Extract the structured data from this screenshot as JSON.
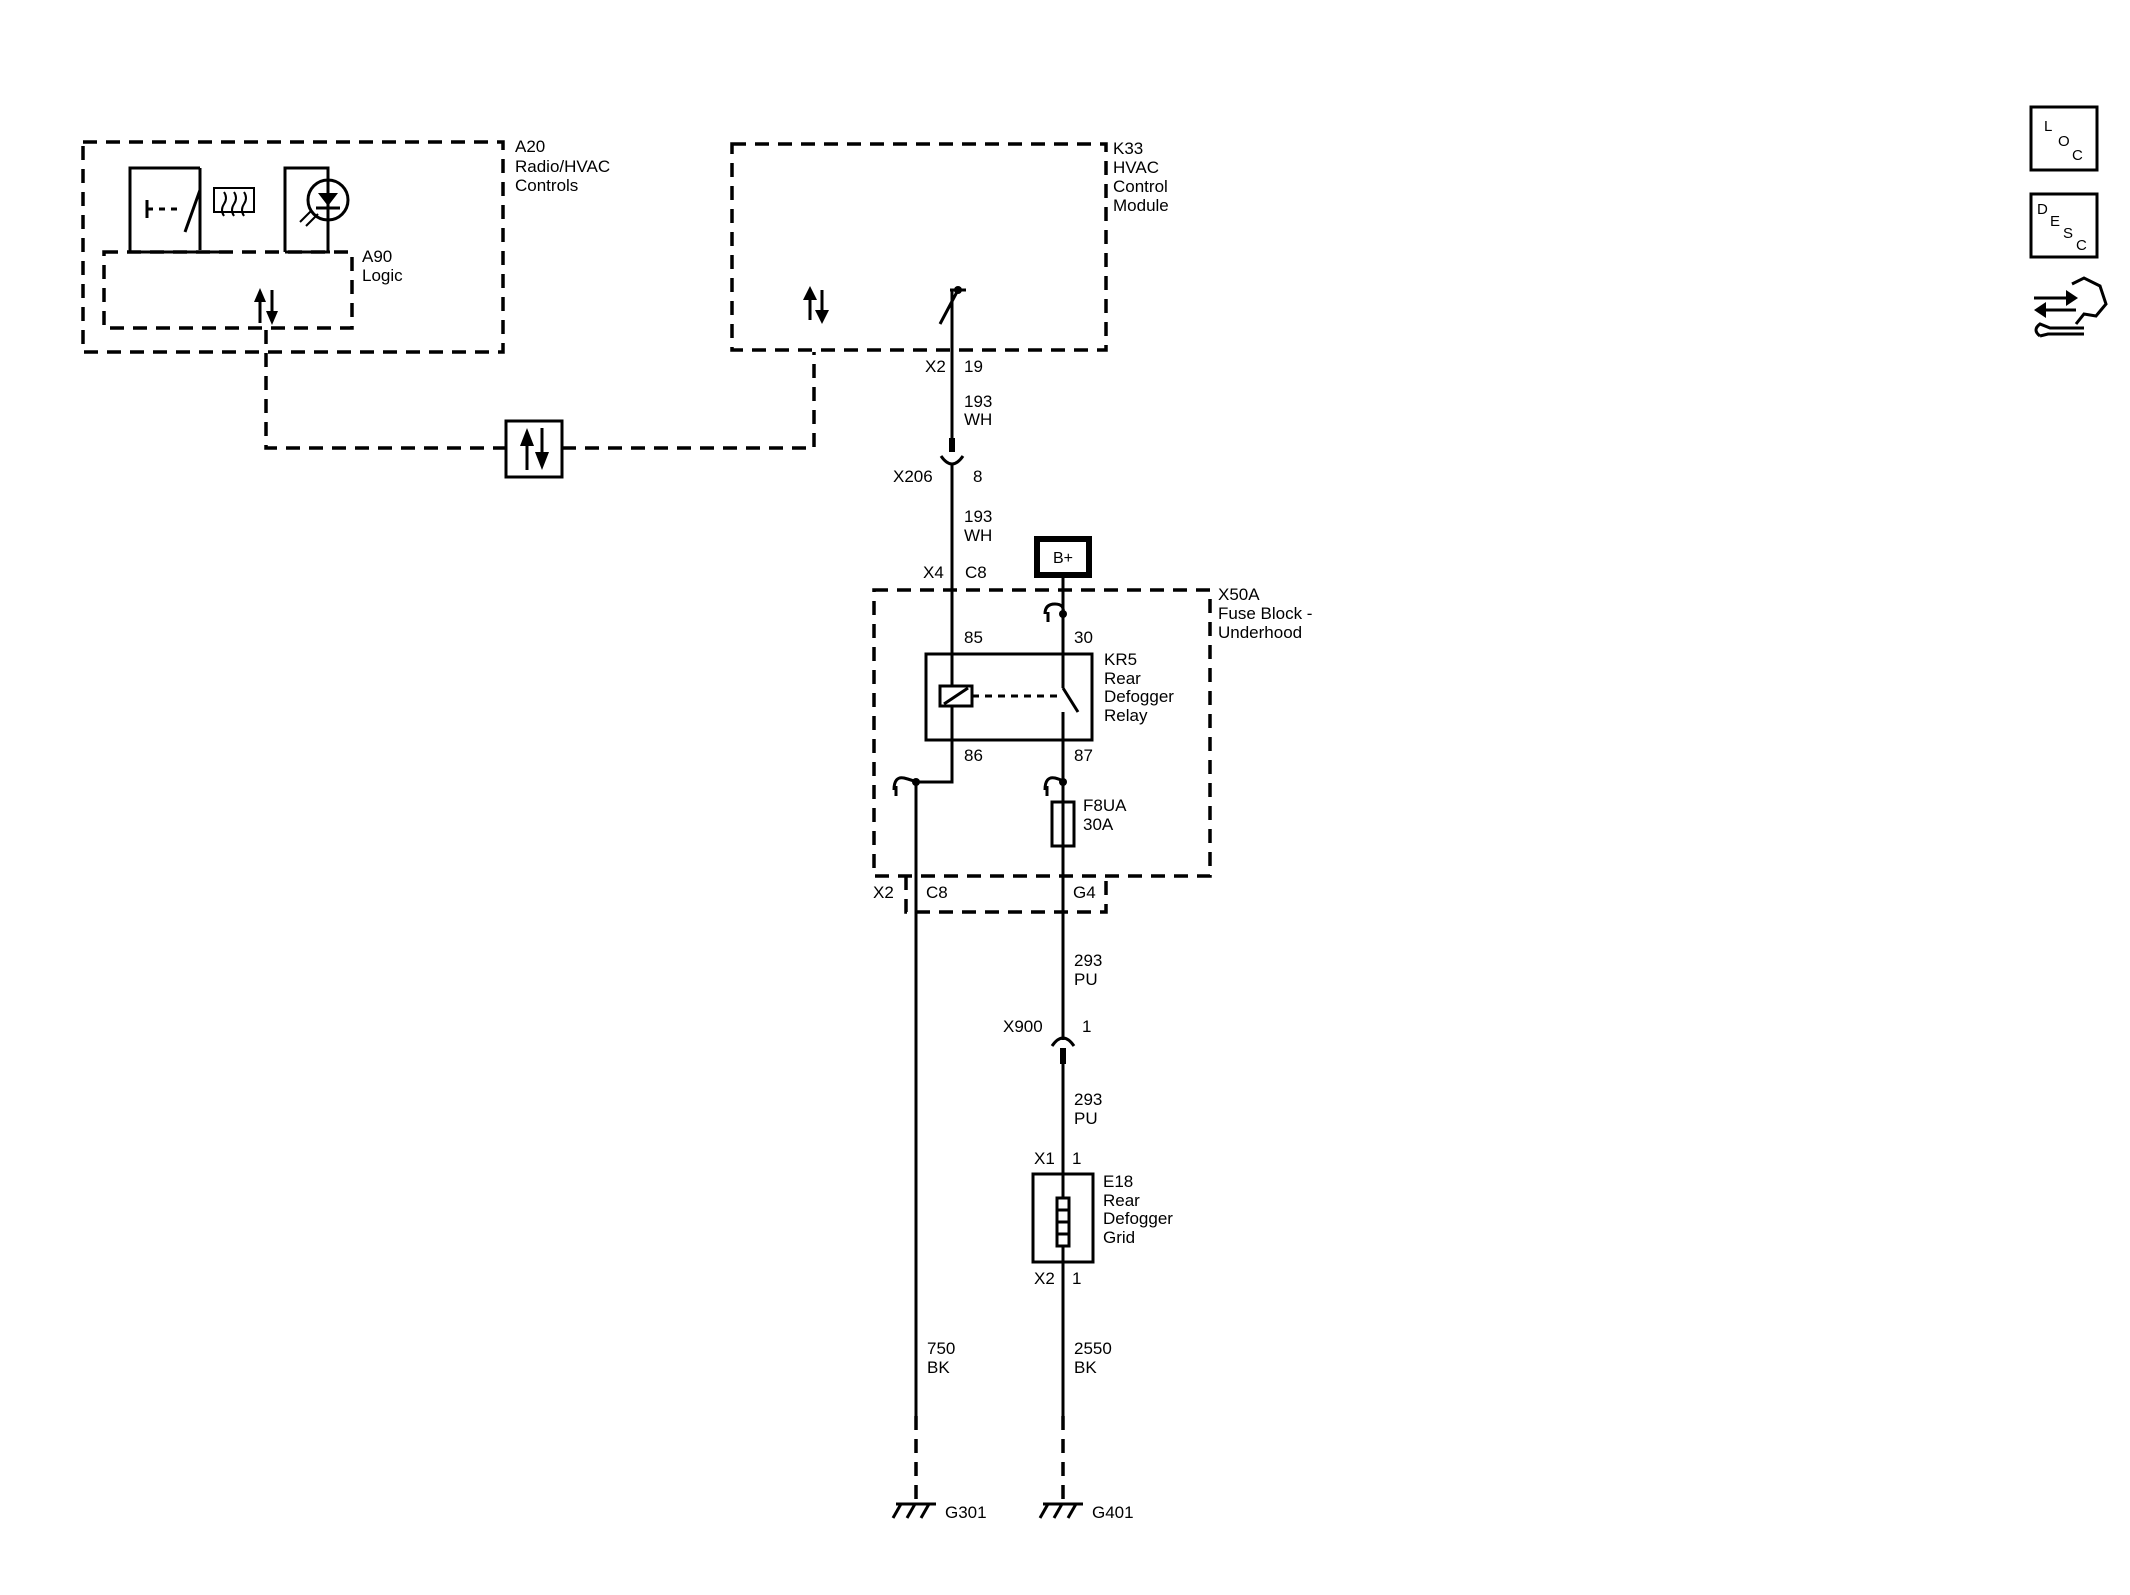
{
  "components": {
    "a20": {
      "id": "A20",
      "line1": "Radio/HVAC",
      "line2": "Controls"
    },
    "a90": {
      "id": "A90",
      "line1": "Logic"
    },
    "k33": {
      "id": "K33",
      "line1": "HVAC",
      "line2": "Control",
      "line3": "Module"
    },
    "x50a": {
      "id": "X50A",
      "line1": "Fuse Block -",
      "line2": "Underhood"
    },
    "kr5": {
      "id": "KR5",
      "line1": "Rear",
      "line2": "Defogger",
      "line3": "Relay"
    },
    "f8ua": {
      "id": "F8UA",
      "rating": "30A"
    },
    "e18": {
      "id": "E18",
      "line1": "Rear",
      "line2": "Defogger",
      "line3": "Grid"
    },
    "battery": {
      "label": "B+"
    }
  },
  "connectors": {
    "k33_conn": {
      "name": "X2",
      "pin": "19"
    },
    "x206": {
      "name": "X206",
      "pin": "8"
    },
    "x50a_in": {
      "name": "X4",
      "pin": "C8"
    },
    "x50a_out": {
      "name": "X2",
      "pin_left": "C8",
      "pin_right": "G4"
    },
    "x900": {
      "name": "X900",
      "pin": "1"
    },
    "e18_top": {
      "name": "X1",
      "pin": "1"
    },
    "e18_bottom": {
      "name": "X2",
      "pin": "1"
    }
  },
  "relay_pins": {
    "p85": "85",
    "p86": "86",
    "p30": "30",
    "p87": "87"
  },
  "wires": {
    "w193a": {
      "circuit": "193",
      "color": "WH"
    },
    "w193b": {
      "circuit": "193",
      "color": "WH"
    },
    "w293a": {
      "circuit": "293",
      "color": "PU"
    },
    "w293b": {
      "circuit": "293",
      "color": "PU"
    },
    "w750": {
      "circuit": "750",
      "color": "BK"
    },
    "w2550": {
      "circuit": "2550",
      "color": "BK"
    }
  },
  "grounds": {
    "g301": "G301",
    "g401": "G401"
  },
  "side_icons": {
    "loc": {
      "l1": "L",
      "l2": "O",
      "l3": "C",
      "icon": "loc-icon"
    },
    "desc": {
      "l1": "D",
      "l2": "E",
      "l3": "S",
      "l4": "C",
      "icon": "desc-icon"
    },
    "diag": {
      "icon": "connector-tool-icon"
    }
  }
}
